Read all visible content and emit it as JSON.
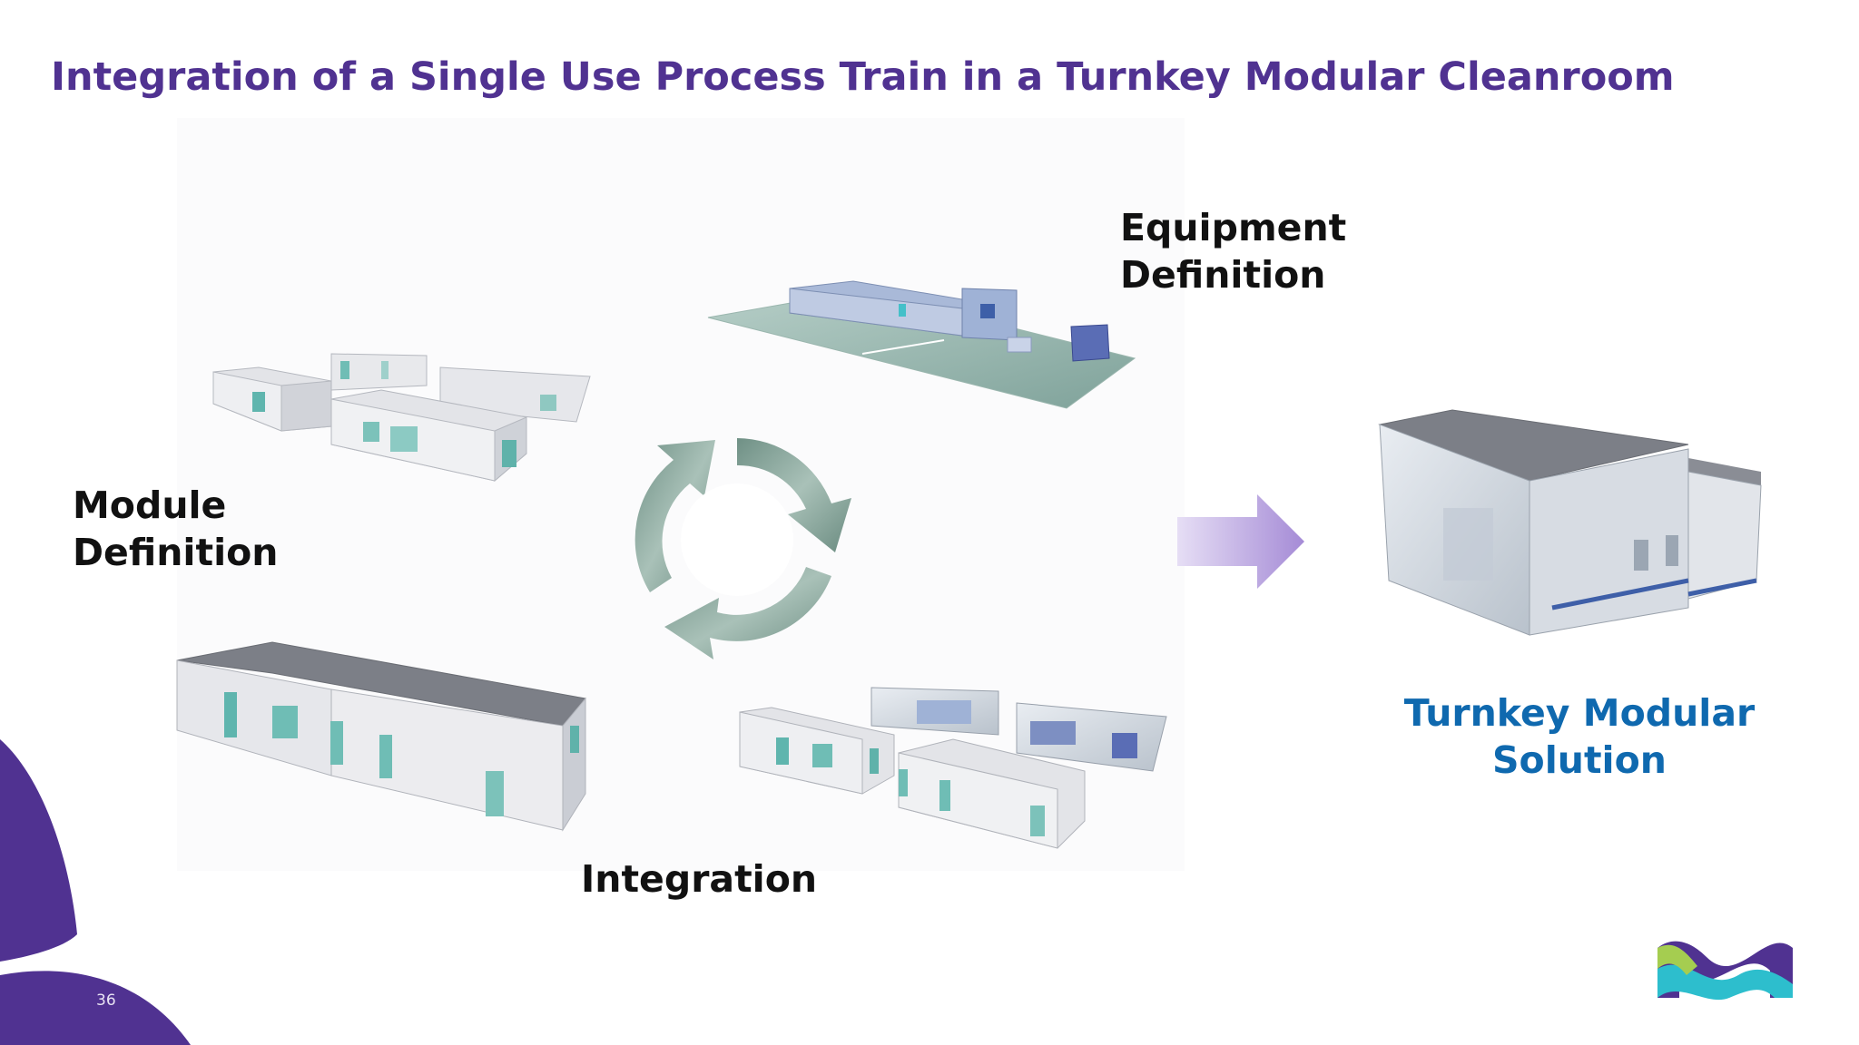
{
  "slide": {
    "title": "Integration of a Single Use Process Train in a Turnkey Modular Cleanroom",
    "page_number": "36"
  },
  "labels": {
    "module": [
      "Module",
      "Definition"
    ],
    "equipment": [
      "Equipment",
      "Definition"
    ],
    "integration": "Integration",
    "solution": [
      "Turnkey Modular",
      "Solution"
    ]
  },
  "colors": {
    "title": "#503291",
    "solution_text": "#0f69af",
    "arrow": "#a98fd6",
    "cycle": "#7b9a8f",
    "brand_purple": "#503291",
    "brand_teal": "#2dbecd"
  },
  "icons": {
    "cycle": "recycle-cycle-icon",
    "flow_arrow": "arrow-right-icon",
    "logo": "brand-m-logo-icon"
  }
}
